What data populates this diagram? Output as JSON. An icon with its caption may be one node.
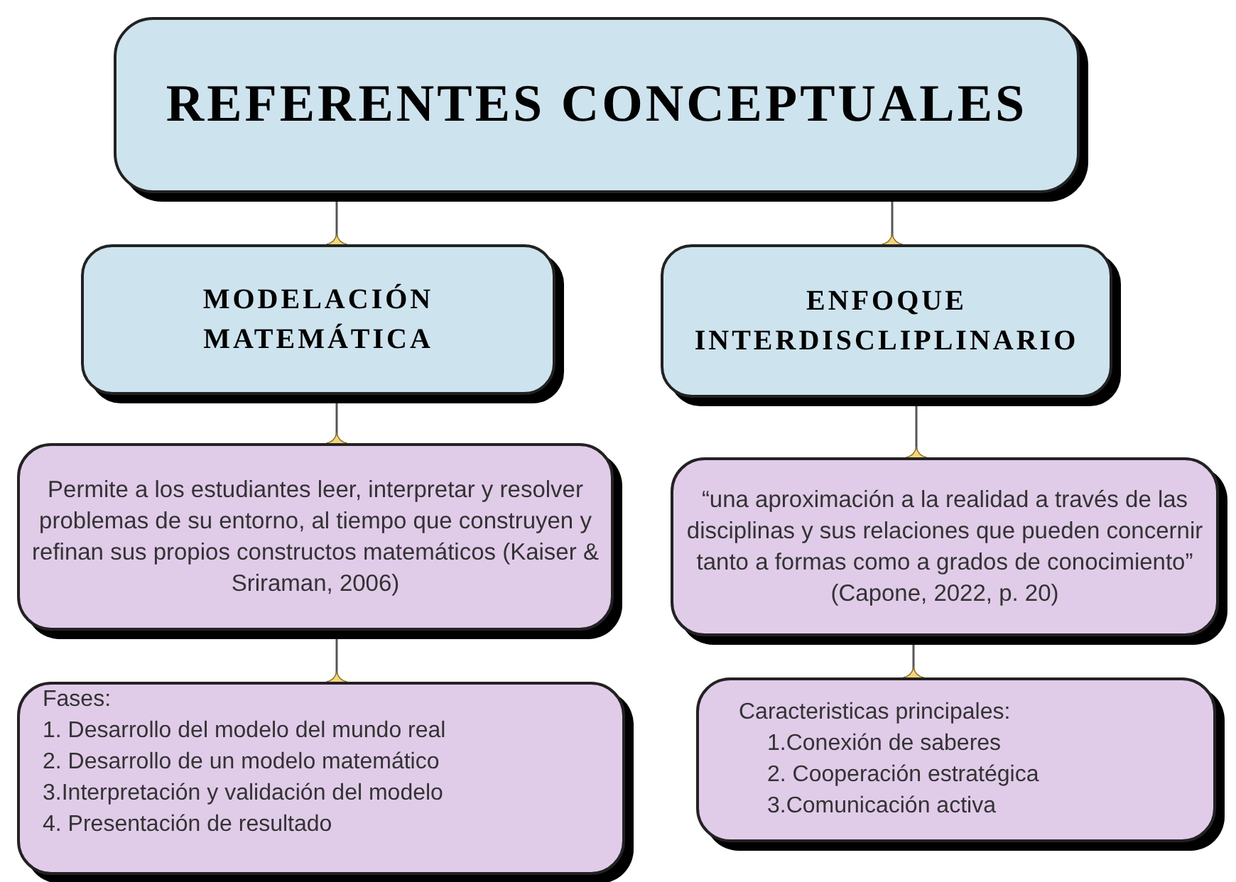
{
  "diagram": {
    "nodes": [
      {
        "text": [
          "REFERENTES CONCEPTUALES"
        ]
      },
      {
        "text": [
          "MODELACIÓN MATEMÁTICA"
        ]
      },
      {
        "text": [
          "ENFOQUE INTERDISCLIPLINARIO"
        ]
      },
      {
        "text": [
          "Permite a los estudiantes leer, interpretar y resolver problemas de su entorno, al tiempo que construyen y refinan sus propios constructos matemáticos (Kaiser & Sriraman, 2006)"
        ]
      },
      {
        "text": [
          "“una aproximación a la realidad a través de las disciplinas y sus relaciones que pueden concernir tanto a formas como a grados de conocimiento” (Capone, 2022, p. 20)"
        ]
      },
      {
        "text": [
          "Fases:",
          "1. Desarrollo del modelo del mundo real",
          "2. Desarrollo de un modelo matemático",
          "3.Interpretación y validación del modelo",
          "4. Presentación de resultado"
        ]
      },
      {
        "text": [
          "Caracteristicas principales:",
          "1.Conexión de saberes",
          "2. Cooperación estratégica",
          "3.Comunicación activa"
        ]
      }
    ],
    "edges": [
      {
        "from": 0,
        "to": 1,
        "arrow": "other"
      },
      {
        "from": 0,
        "to": 2,
        "arrow": "other"
      },
      {
        "from": 1,
        "to": 3,
        "arrow": "other"
      },
      {
        "from": 2,
        "to": 4,
        "arrow": "other"
      },
      {
        "from": 3,
        "to": 5,
        "arrow": "other"
      },
      {
        "from": 4,
        "to": 6,
        "arrow": "other"
      }
    ]
  }
}
